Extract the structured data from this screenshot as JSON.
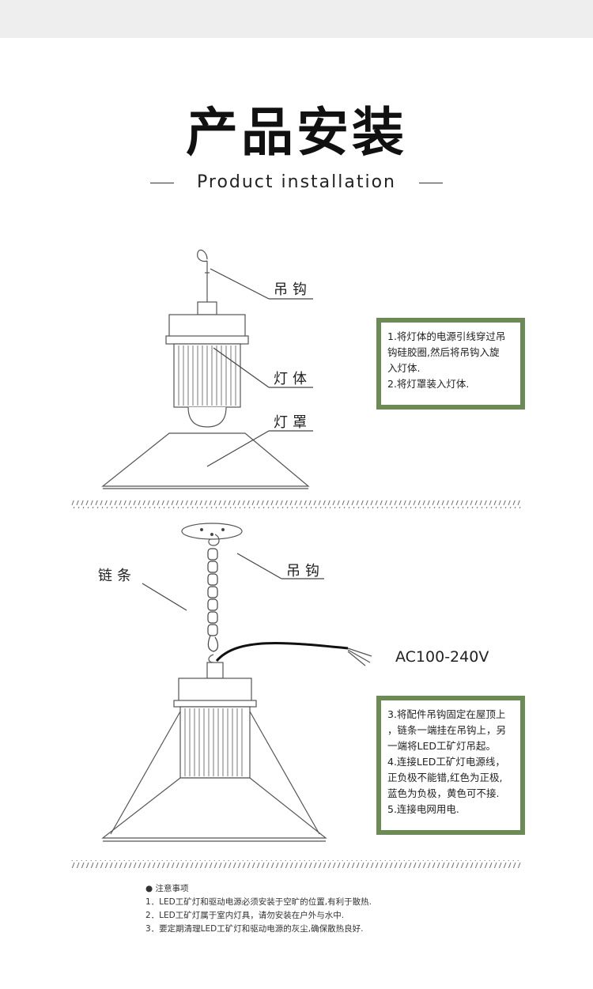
{
  "header": {
    "title": "产品安装",
    "subtitle": "Product installation"
  },
  "diagram1": {
    "labels": {
      "hook": "吊钩",
      "body": "灯体",
      "shade": "灯罩"
    },
    "steps": [
      "1.将灯体的电源引线穿过吊",
      "钩硅胶圈,然后将吊钩入旋",
      "入灯体.",
      "2.将灯罩装入灯体."
    ]
  },
  "diagram2": {
    "labels": {
      "chain": "链条",
      "hook": "吊钩",
      "voltage": "AC100-240V"
    },
    "steps": [
      "3.将配件吊钩固定在屋顶上",
      "，链条一端挂在吊钩上，另",
      "一端将LED工矿灯吊起。",
      "4.连接LED工矿灯电源线，",
      "正负极不能错,红色为正极,",
      "蓝色为负极，黄色可不接.",
      "5.连接电网用电."
    ]
  },
  "notes": {
    "heading": "● 注意事项",
    "items": [
      "1．LED工矿灯和驱动电源必须安装于空旷的位置,有利于散热.",
      "2．LED工矿灯属于室内灯具，请勿安装在户外与水中.",
      "3．要定期清理LED工矿灯和驱动电源的灰尘,确保散热良好."
    ]
  },
  "colors": {
    "box_border": "#6b8a55",
    "top_bar": "#eeeeee"
  }
}
